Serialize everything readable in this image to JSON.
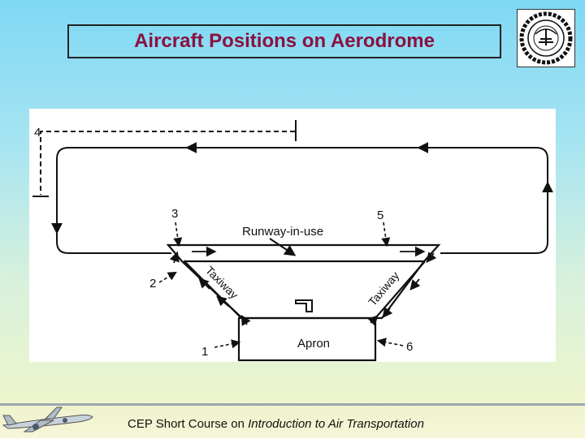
{
  "slide": {
    "title": "Aircraft Positions on Aerodrome",
    "footer_prefix": "CEP Short Course on ",
    "footer_course": "Introduction to Air Transportation",
    "title_color": "#8b1040"
  },
  "diagram": {
    "labels": {
      "runway": "Runway-in-use",
      "taxiway_left": "Taxiway",
      "taxiway_right": "Taxiway",
      "apron": "Apron"
    },
    "positions": [
      "1",
      "2",
      "3",
      "4",
      "5",
      "6"
    ]
  },
  "icons": {
    "logo": "institute-seal-icon",
    "plane": "airplane-icon"
  }
}
